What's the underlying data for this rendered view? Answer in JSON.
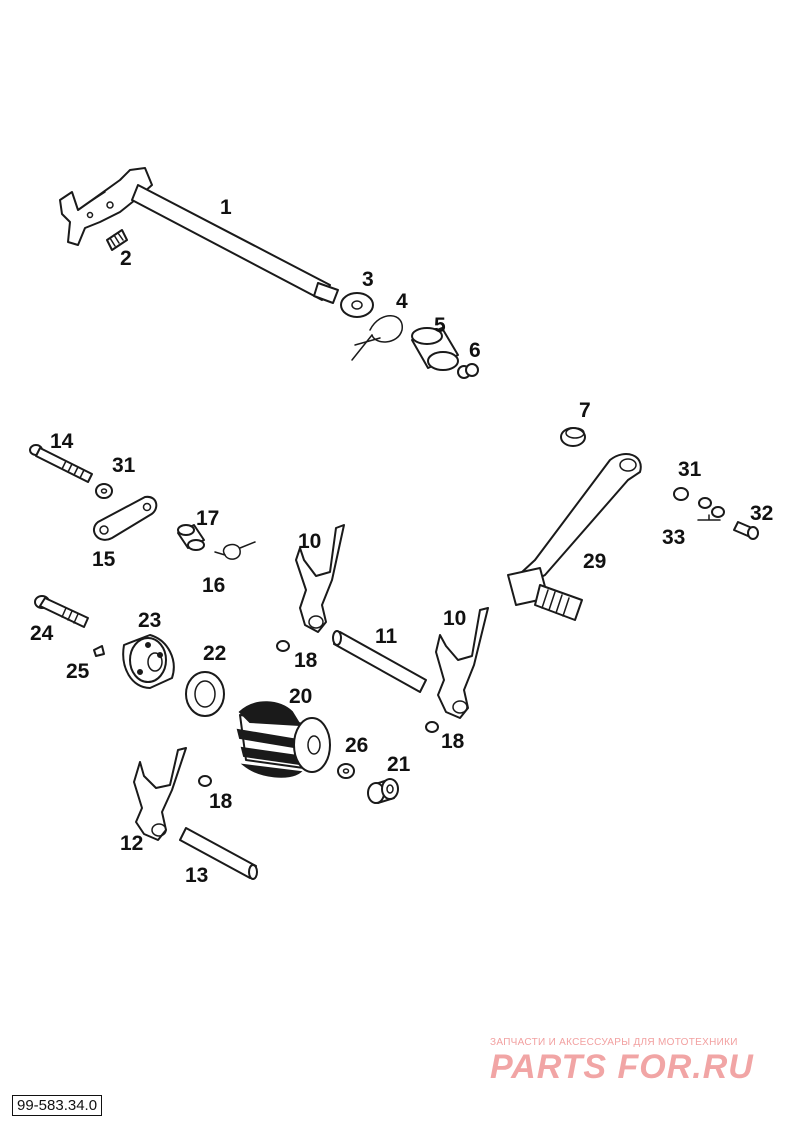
{
  "callouts": [
    "1",
    "2",
    "3",
    "4",
    "5",
    "6",
    "7",
    "14",
    "31",
    "31",
    "15",
    "17",
    "16",
    "10",
    "29",
    "32",
    "33",
    "24",
    "23",
    "25",
    "22",
    "11",
    "18",
    "10",
    "20",
    "18",
    "26",
    "21",
    "12",
    "18",
    "13"
  ],
  "watermark": {
    "tagline": "ЗАПЧАСТИ И АКСЕССУАРЫ ДЛЯ МОТОТЕХНИКИ",
    "logo": "PARTS FOR.RU"
  },
  "reference_code": "99-583.34.0",
  "colors": {
    "line": "#1a1a1a",
    "watermark": "#f1a5a5",
    "background": "#ffffff"
  }
}
